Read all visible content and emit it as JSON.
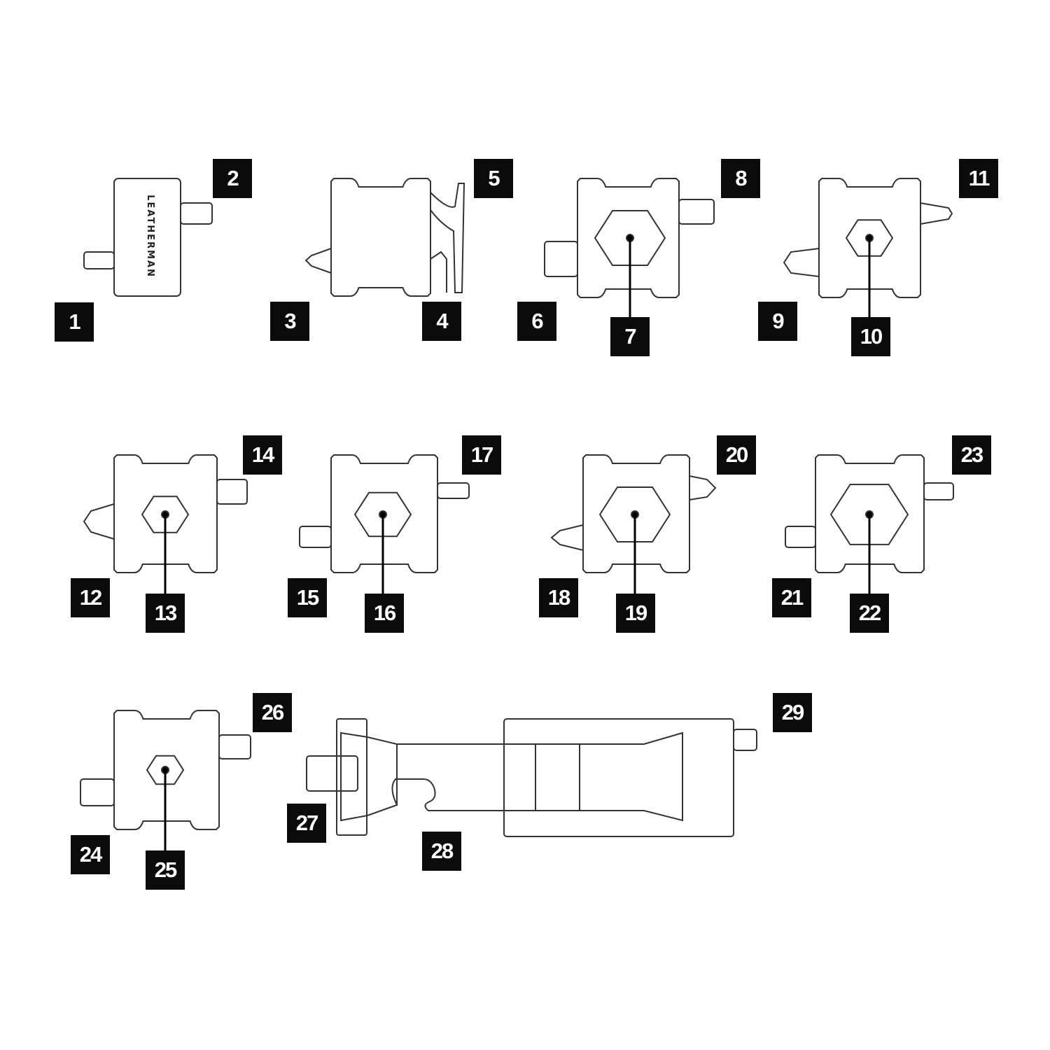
{
  "logo_text": "LEATHERMAN",
  "callouts": [
    "1",
    "2",
    "3",
    "4",
    "5",
    "6",
    "7",
    "8",
    "9",
    "10",
    "11",
    "12",
    "13",
    "14",
    "15",
    "16",
    "17",
    "18",
    "19",
    "20",
    "21",
    "22",
    "23",
    "24",
    "25",
    "26",
    "27",
    "28",
    "29"
  ]
}
